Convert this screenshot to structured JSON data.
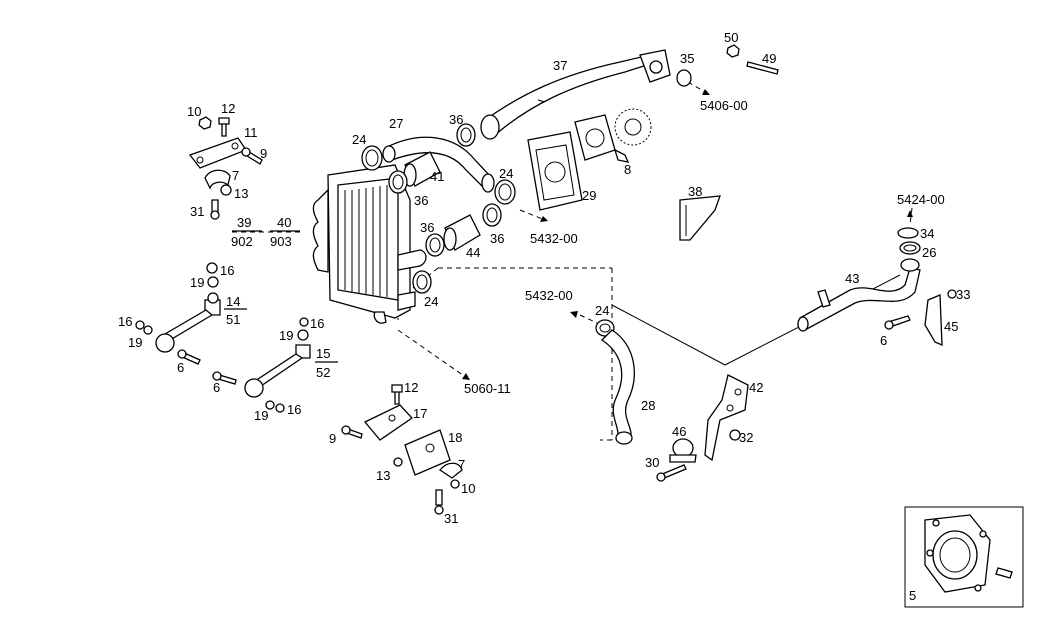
{
  "labels": {
    "p50": "50",
    "p49": "49",
    "p35": "35",
    "p37": "37",
    "ref_5406": "5406-00",
    "p10a": "10",
    "p12a": "12",
    "p11": "11",
    "p9a": "9",
    "p7a": "7",
    "p13a": "13",
    "p31a": "31",
    "p39": "39",
    "p902": "902",
    "p40": "40",
    "p903": "903",
    "p27": "27",
    "p36a": "36",
    "p24a": "24",
    "p41": "41",
    "p36b": "36",
    "p24b": "24",
    "p8": "8",
    "p29": "29",
    "p38": "38",
    "p36c": "36",
    "p44": "44",
    "p36d": "36",
    "ref_5432a": "5432-00",
    "p24c": "24",
    "ref_5432b": "5432-00",
    "p24d": "24",
    "ref_5424": "5424-00",
    "p34": "34",
    "p26": "26",
    "p43": "43",
    "p33": "33",
    "p6a": "6",
    "p45": "45",
    "p16a": "16",
    "p19a": "19",
    "p14": "14",
    "p51": "51",
    "p16b": "16",
    "p19b": "19",
    "p6b": "6",
    "p19c": "19",
    "p16c": "16",
    "p15": "15",
    "p52": "52",
    "p6c": "6",
    "p19d": "19",
    "p16d": "16",
    "ref_5060": "5060-11",
    "p12b": "12",
    "p17": "17",
    "p9b": "9",
    "p18": "18",
    "p13b": "13",
    "p7b": "7",
    "p10b": "10",
    "p31b": "31",
    "p28": "28",
    "p46": "46",
    "p42": "42",
    "p32": "32",
    "p30": "30",
    "p5": "5"
  },
  "colors": {
    "line": "#000000",
    "background": "#ffffff"
  }
}
